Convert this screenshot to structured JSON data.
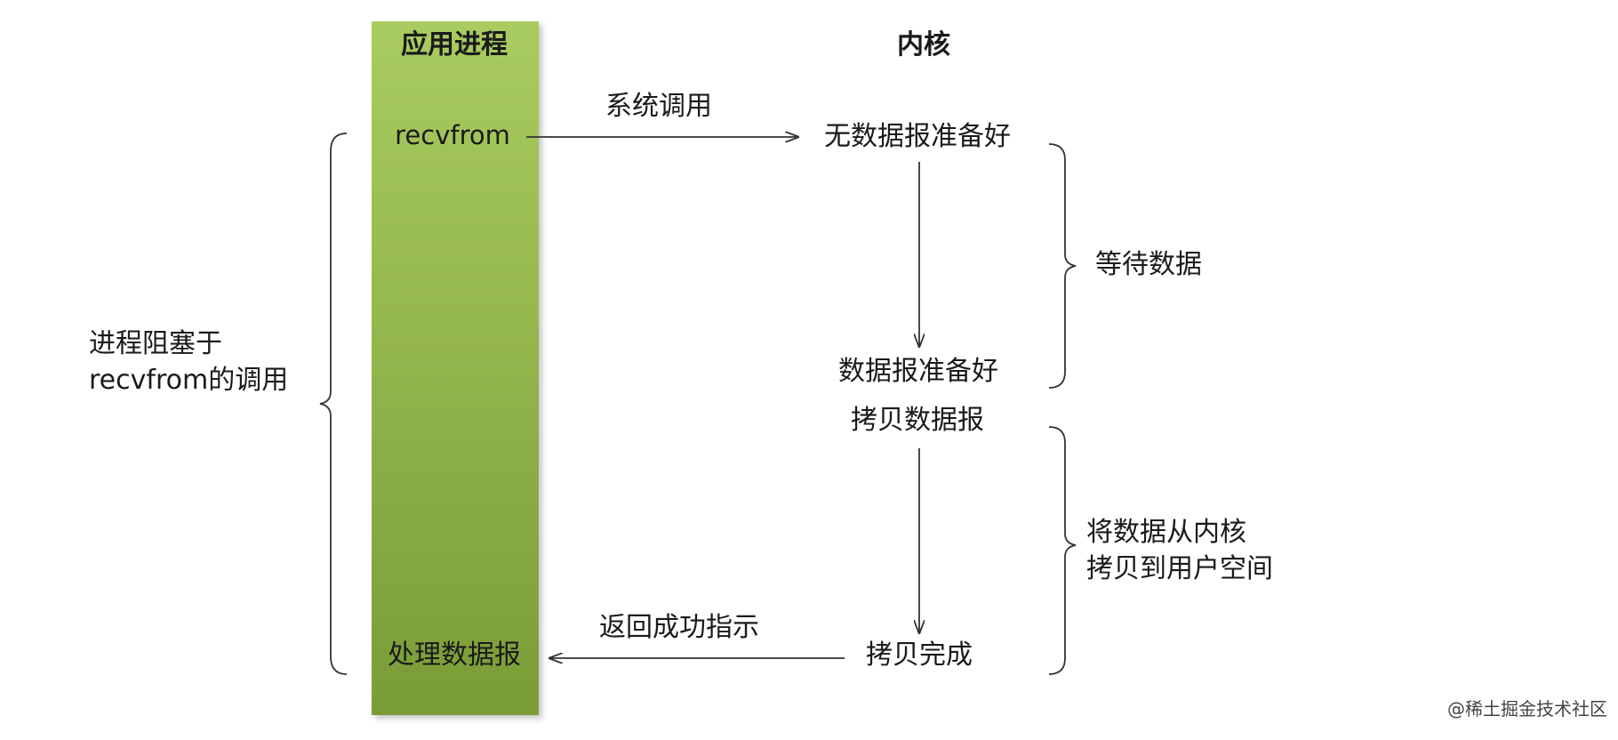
{
  "colors": {
    "column_top": "#a9cc60",
    "column_bottom": "#7a9c37",
    "line": "#333333",
    "text": "#1a1a1a",
    "watermark": "#444444"
  },
  "process_column": {
    "title": "应用进程",
    "call": "recvfrom",
    "process": "处理数据报"
  },
  "kernel": {
    "title": "内核",
    "no_datagram": "无数据报准备好",
    "datagram_ready": "数据报准备好",
    "copy_datagram": "拷贝数据报",
    "copy_done": "拷贝完成"
  },
  "arrows": {
    "syscall": "系统调用",
    "return_ok": "返回成功指示"
  },
  "phases": {
    "wait_data": "等待数据",
    "copy_line1": "将数据从内核",
    "copy_line2": "拷贝到用户空间"
  },
  "blocked": {
    "line1": "进程阻塞于",
    "line2": "recvfrom的调用"
  },
  "watermark": "@稀土掘金技术社区"
}
